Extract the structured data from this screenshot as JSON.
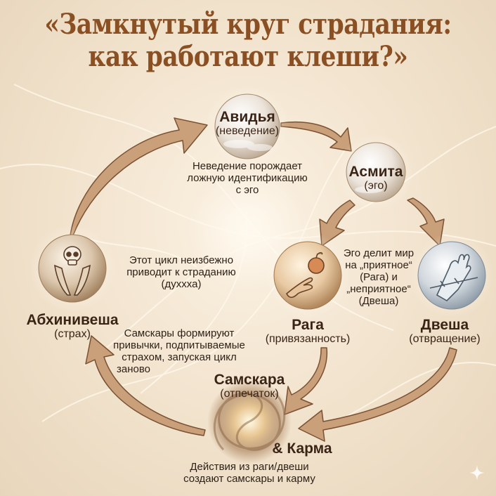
{
  "title": {
    "line1": "«Замкнутый круг страдания:",
    "line2": "как работают клеши?»"
  },
  "colors": {
    "title": "#8a4f22",
    "arrow_fill": "#c9a07a",
    "arrow_stroke": "#7a5233",
    "background": "#f3e6d2"
  },
  "nodes": {
    "avidya": {
      "name": "Авидья",
      "sub": "(неведение)",
      "icon": "cloud-orb-icon"
    },
    "asmita": {
      "name": "Асмита",
      "sub": "(эго)",
      "icon": "cloud-orb-icon"
    },
    "raga": {
      "name": "Рага",
      "sub": "(привязанность)",
      "icon": "hand-reaching-apple-icon"
    },
    "dvesha": {
      "name": "Двеша",
      "sub": "(отвращение)",
      "icon": "hand-barbed-wire-icon"
    },
    "samskara": {
      "name": "Самскара",
      "sub": "(отпечаток)",
      "extra": "& Карма",
      "icon": "spiral-vortex-icon"
    },
    "abhinivesha": {
      "name": "Абхинивеша",
      "sub": "(страх)",
      "icon": "skull-hands-icon"
    }
  },
  "descriptions": {
    "avidya": [
      "Неведение порождает",
      "ложную идентификацию",
      "с эго"
    ],
    "asmita": [
      "Эго делит мир",
      "на „приятное“",
      "(Рага) и",
      "„неприятное“",
      "(Двеша)"
    ],
    "karma": [
      "Действия из раги/двеши",
      "создают самскары и карму"
    ],
    "samskara": [
      "Самскары формируют",
      "привычки, подпитываемые",
      "страхом, запуская цикл",
      "заново"
    ],
    "abhinivesha": [
      "Этот цикл неизбежно",
      "приводит к страданию",
      "(духхха)"
    ]
  }
}
